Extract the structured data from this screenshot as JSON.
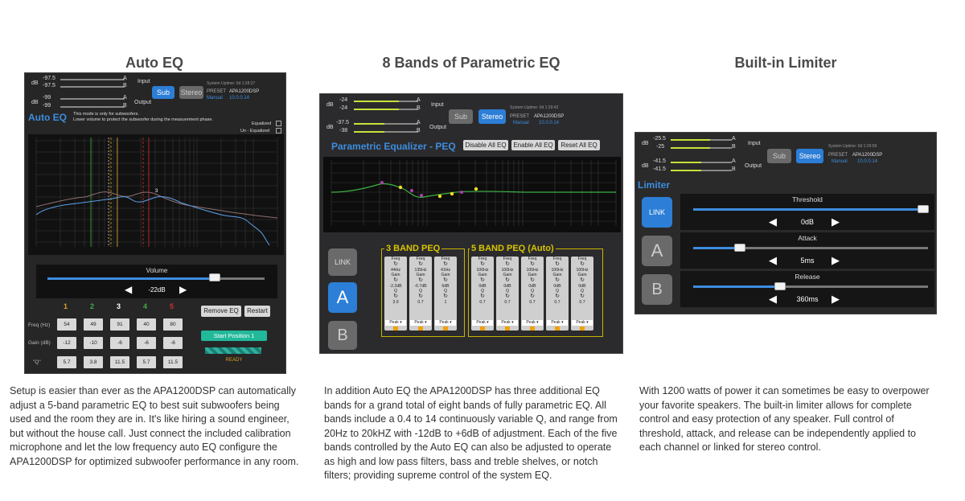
{
  "columns": [
    {
      "title": "Auto EQ",
      "description": "Setup is easier than ever as the APA1200DSP can automatically adjust a 5-band parametric EQ to best suit subwoofers being used and the room they are in. It's like hiring a sound engineer, but without the house call. Just connect the included calibration microphone and let the low frequency auto EQ configure the APA1200DSP for optimized subwoofer performance in any room."
    },
    {
      "title": "8 Bands of Parametric EQ",
      "description": "In addition Auto EQ the APA1200DSP has three additional EQ bands for a grand total of eight bands of fully parametric EQ. All bands include a 0.4 to 14 continuously variable Q, and range from 20Hz to 20kHZ with -12dB to +6dB of adjustment. Each of the five bands controlled by the Auto EQ can also be adjusted to operate as high and low pass filters, bass and treble shelves, or notch filters; providing supreme control of the system EQ."
    },
    {
      "title": "Built-in Limiter",
      "description": "With 1200 watts of power it can sometimes be easy to overpower your favorite speakers. The built-in limiter allows for complete control and easy protection of any speaker. Full control of threshold, attack, and release can be independently applied to each channel or linked for stereo control."
    }
  ],
  "common": {
    "db": "dB",
    "input": "Input",
    "output": "Output",
    "ch_a": "A",
    "ch_b": "B",
    "sub": "Sub",
    "stereo": "Stereo",
    "preset": "PRESET",
    "preset_name": "APA1200DSP",
    "manual": "Manual",
    "version": "10.0.0.14",
    "link": "LINK"
  },
  "autoeq": {
    "in_a": "-97.5",
    "in_b": "-97.5",
    "out_a": "-99",
    "out_b": "-99",
    "uptime": "System Uptime: 0d 1:28:27",
    "title": "Auto EQ",
    "notice_1": "This mode is only for subwoofers.",
    "notice_2": "Lower volume to protect the subwoofer during the measurement phase.",
    "equalized": "Equalized",
    "unequalized": "Un - Equalized",
    "volume_label": "Volume",
    "volume_value": "-22dB",
    "volume_fraction": 0.77,
    "band_numbers": [
      "1",
      "2",
      "3",
      "4",
      "5"
    ],
    "band_colors": [
      "#e0a020",
      "#3cb043",
      "#ffffff",
      "#3cb043",
      "#d03030"
    ],
    "row_labels": [
      "Freq (Hz)",
      "Gain (dB)",
      "\"Q\""
    ],
    "freq": [
      "54",
      "49",
      "91",
      "40",
      "80"
    ],
    "gain": [
      "-12",
      "-10",
      "-6",
      "-6",
      "-6"
    ],
    "q": [
      "5.7",
      "3.8",
      "11.5",
      "5.7",
      "11.5"
    ],
    "remove_eq": "Remove EQ",
    "restart": "Restart",
    "start_position": "Start Position 1",
    "ready": "READY"
  },
  "peq": {
    "in_a": "-24",
    "in_b": "-24",
    "out_a": "-37.5",
    "out_b": "-38",
    "uptime": "System Uptime: 0d 1:29:42",
    "title": "Parametric Equalizer - PEQ",
    "disable_all": "Disable All EQ",
    "enable_all": "Enable All EQ",
    "reset_all": "Reset All EQ",
    "group_3": "3 BAND PEQ",
    "group_5": "5 BAND PEQ (Auto)",
    "bands": [
      {
        "freq": "44Hz",
        "gain": "-2.2dB",
        "q": "3.9"
      },
      {
        "freq": "135Hz",
        "gain": "-6.7dB",
        "q": "0.7"
      },
      {
        "freq": "41Hz",
        "gain": "6dB",
        "q": "1"
      },
      {
        "freq": "100Hz",
        "gain": "0dB",
        "q": "0.7"
      },
      {
        "freq": "100Hz",
        "gain": "0dB",
        "q": "0.7"
      },
      {
        "freq": "100Hz",
        "gain": "0dB",
        "q": "0.7"
      },
      {
        "freq": "100Hz",
        "gain": "0dB",
        "q": "0.7"
      },
      {
        "freq": "100Hz",
        "gain": "0dB",
        "q": "0.7"
      }
    ],
    "band_labels": {
      "freq": "Freq",
      "gain": "Gain",
      "q": "Q",
      "type": "Peak"
    }
  },
  "limiter": {
    "in_a": "-25.5",
    "in_b": "-25",
    "out_a": "-41.5",
    "out_b": "-41.5",
    "uptime": "System Uptime: 0d 1:29:59",
    "title": "Limiter",
    "threshold_label": "Threshold",
    "threshold_value": "0dB",
    "threshold_fraction": 0.98,
    "attack_label": "Attack",
    "attack_value": "5ms",
    "attack_fraction": 0.2,
    "release_label": "Release",
    "release_value": "360ms",
    "release_fraction": 0.37
  }
}
